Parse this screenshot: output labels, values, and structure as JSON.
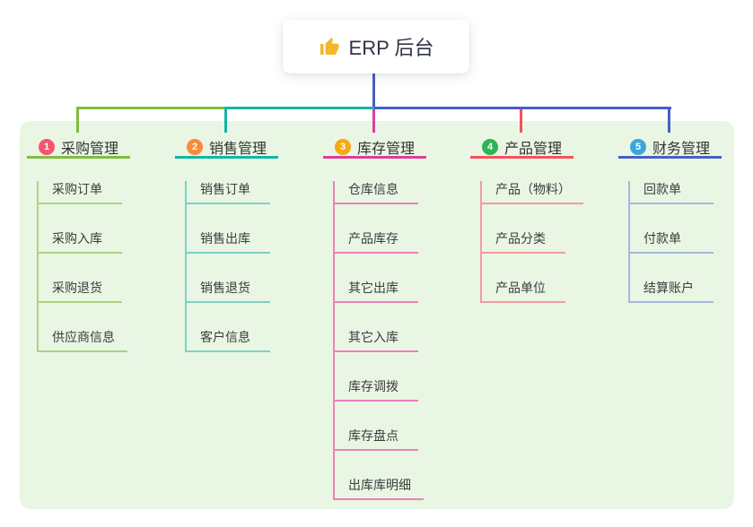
{
  "root": {
    "icon": "thumbs-up",
    "label": "ERP 后台"
  },
  "canvas_bg": "#e9f6e4",
  "trunk_color": "#4a5ec5",
  "icon_color": "#f5b62a",
  "branches": [
    {
      "num": "1",
      "label": "采购管理",
      "badge_color": "#f4566c",
      "main_color": "#7fbc41",
      "light_color": "#a9d57f",
      "children": [
        "采购订单",
        "采购入库",
        "采购退货",
        "供应商信息"
      ]
    },
    {
      "num": "2",
      "label": "销售管理",
      "badge_color": "#fb8a3a",
      "main_color": "#14b6a4",
      "light_color": "#7fd0c7",
      "children": [
        "销售订单",
        "销售出库",
        "销售退货",
        "客户信息"
      ]
    },
    {
      "num": "3",
      "label": "库存管理",
      "badge_color": "#f8a912",
      "main_color": "#de3e9b",
      "light_color": "#ee7fba",
      "children": [
        "仓库信息",
        "产品库存",
        "其它出库",
        "其它入库",
        "库存调拨",
        "库存盘点",
        "出库库明细"
      ]
    },
    {
      "num": "4",
      "label": "产品管理",
      "badge_color": "#2eb453",
      "main_color": "#f4515f",
      "light_color": "#f69aa2",
      "children": [
        "产品（物料）",
        "产品分类",
        "产品单位"
      ]
    },
    {
      "num": "5",
      "label": "财务管理",
      "badge_color": "#39a6dc",
      "main_color": "#4a5ec5",
      "light_color": "#a7b7dd",
      "children": [
        "回款单",
        "付款单",
        "结算账户"
      ]
    }
  ]
}
